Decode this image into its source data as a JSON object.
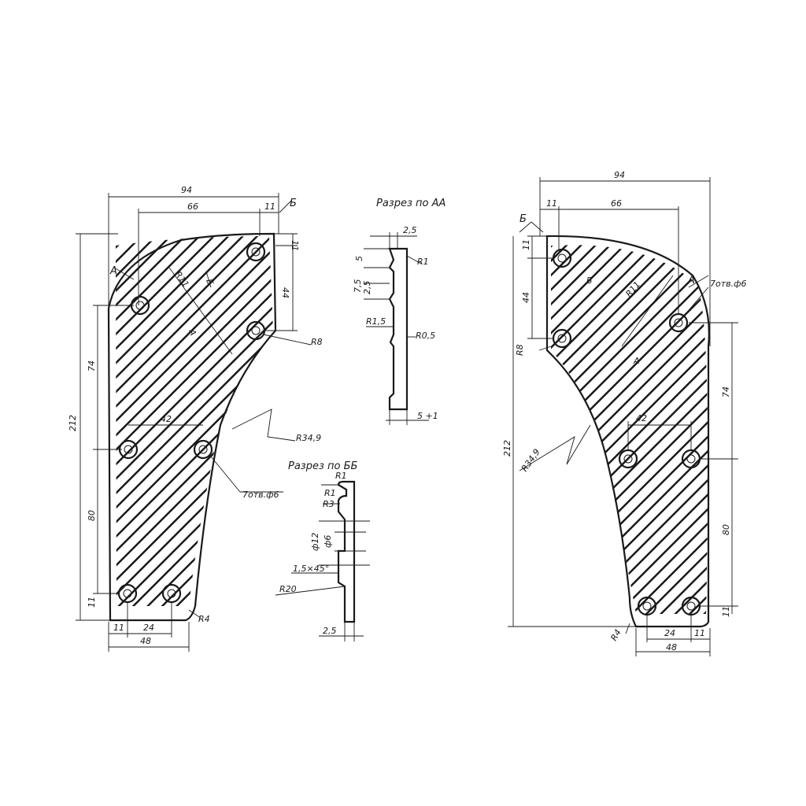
{
  "left_part": {
    "dim_width_total": "94",
    "dim_width_inner": "66",
    "dim_11_top": "11",
    "dim_11_side": "11",
    "dim_44": "44",
    "dim_74": "74",
    "dim_80": "80",
    "dim_212": "212",
    "dim_11_bottom": "11",
    "dim_11_left_bottom": "11",
    "dim_24": "24",
    "dim_48": "48",
    "dim_42": "42",
    "radius_r8": "R8",
    "radius_r4": "R4",
    "radius_r349": "R34,9",
    "radius_r11": "R11",
    "holes_note": "7отв.ф6",
    "section_mark_a": "А",
    "section_mark_b": "Б"
  },
  "right_part": {
    "dim_width_total": "94",
    "dim_width_inner": "66",
    "dim_11_top": "11",
    "dim_11_side": "11",
    "dim_44": "44",
    "dim_74": "74",
    "dim_80": "80",
    "dim_212": "212",
    "dim_11_bottom": "11",
    "dim_24": "24",
    "dim_11_right_bottom": "11",
    "dim_48": "48",
    "dim_42": "42",
    "radius_r8": "R8",
    "radius_r4": "R4",
    "radius_r349": "R34,9",
    "radius_r11": "R11",
    "holes_note": "7отв.ф6",
    "section_mark_a": "А",
    "section_mark_b": "Б"
  },
  "section_aa": {
    "title": "Разрез по АА",
    "dim_25_top": "2,5",
    "dim_5": "5",
    "dim_75": "7,5",
    "dim_25": "2,5",
    "r1": "R1",
    "r15": "R1,5",
    "r05": "R0,5",
    "dim_bottom": "5 +1"
  },
  "section_bb": {
    "title": "Разрез по ББ",
    "r1_top": "R1",
    "r1": "R1",
    "r3": "R3",
    "phi12": "ф12",
    "phi6": "ф6",
    "chamfer": "1,5×45°",
    "r20": "R20",
    "dim_25_bottom": "2,5"
  }
}
